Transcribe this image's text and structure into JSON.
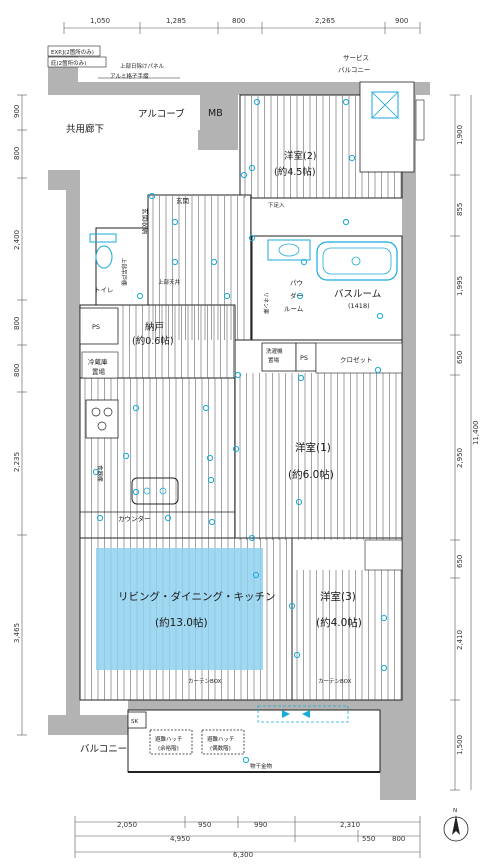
{
  "colors": {
    "wall": "#b3b3b3",
    "equipment": "#19aadc",
    "ldk_highlight": "#8fd1ee",
    "ink": "#1a1a1a"
  },
  "top_dims": [
    "1,050",
    "1,285",
    "800",
    "2,265",
    "900"
  ],
  "bottom_dims_row1": [
    "2,050",
    "950",
    "990",
    "2,310"
  ],
  "bottom_dims_row2": [
    "4,950",
    "550",
    "800"
  ],
  "bottom_total": "6,300",
  "left_dims": [
    "900",
    "800",
    "2,400",
    "800",
    "800",
    "2,235",
    "3,465"
  ],
  "right_dims": [
    "1,900",
    "855",
    "1,995",
    "650",
    "2,950",
    "650",
    "2,410",
    "1,500"
  ],
  "right_total": "11,400",
  "labels": {
    "expj": "EXP.J(2箇所のみ)",
    "sunshade": "庇(2箇所のみ)",
    "upper_shade": "上部日除けパネル",
    "alu_grille": "アルミ格子手摺",
    "service_balcony_l1": "サービス",
    "service_balcony_l2": "バルコニー",
    "corridor": "共用廊下",
    "alcove": "アルコーブ",
    "mb": "MB",
    "western2_l1": "洋室(2)",
    "western2_l2": "(約4.5帖)",
    "entrance": "玄関",
    "shoe_cabinet": "下足入",
    "entrance_storage": "玄関収納",
    "toilet": "トイレ",
    "toilet_cabinet": "上部吊戸棚",
    "upper_storage": "上部天井",
    "ps1": "PS",
    "ps2": "PS",
    "nando_l1": "納戸",
    "nando_l2": "(約0.6帖)",
    "powder_l1": "パウ",
    "powder_l2": "ダー",
    "powder_l3": "ルーム",
    "linen": "リネン庫",
    "bathroom": "バスルーム",
    "bath_size": "(1418)",
    "washer_l1": "洗濯機",
    "washer_l2": "置場",
    "closet": "クロゼット",
    "western1_l1": "洋室(1)",
    "western1_l2": "(約6.0帖)",
    "counter": "カウンター",
    "ldk_l1": "リビング・ダイニング・キッチン",
    "ldk_l2": "(約13.0帖)",
    "western3_l1": "洋室(3)",
    "western3_l2": "(約4.0帖)",
    "curtain_box1": "カーテンBOX",
    "curtain_box2": "カーテンBOX",
    "balcony": "バルコニー",
    "hatch1_l1": "避難ハッチ",
    "hatch1_l2": "(余裕階)",
    "hatch2_l1": "避難ハッチ",
    "hatch2_l2": "(偶数階)",
    "drying_hardware": "物干金物",
    "sk": "SK",
    "fridge": "冷蔵庫",
    "fridge_l2": "置場",
    "kitchen_storage": "食器棚",
    "north": "N"
  }
}
